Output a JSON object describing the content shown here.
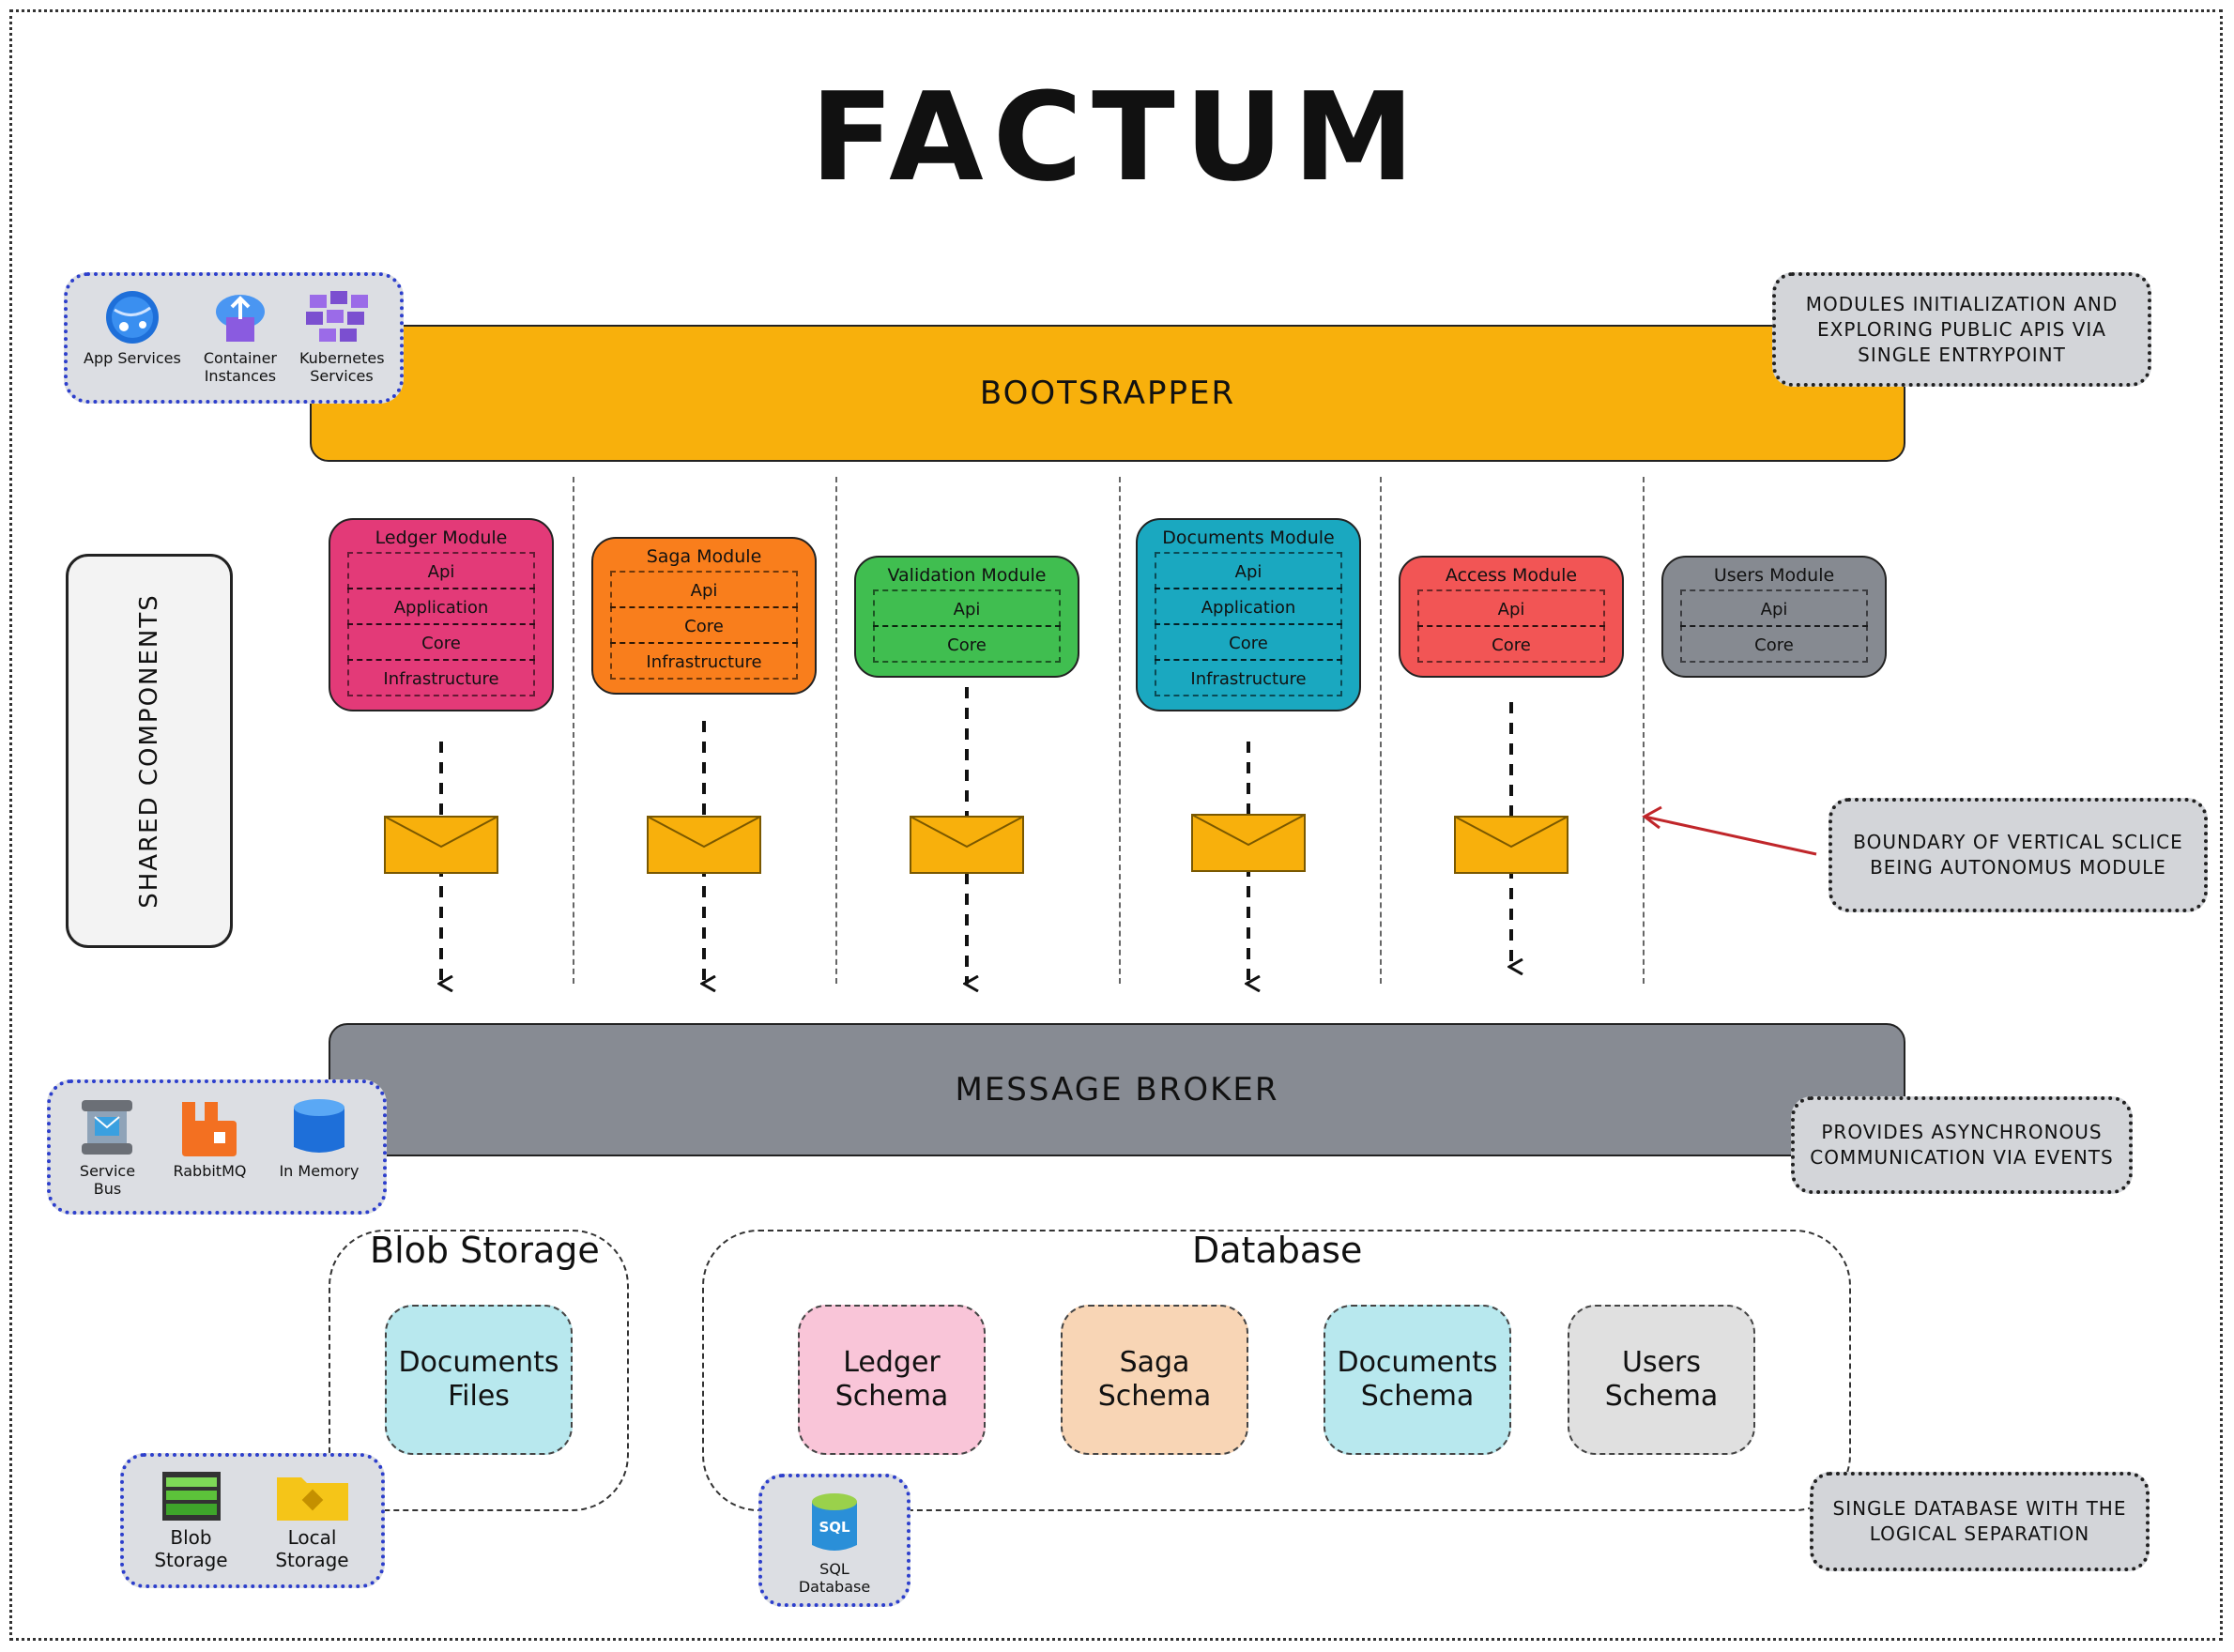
{
  "title": "FACTUM",
  "bootstrapper": {
    "label": "BOOTSRAPPER"
  },
  "message_broker": {
    "label": "MESSAGE BROKER"
  },
  "shared_components": {
    "label": "SHARED COMPONENTS"
  },
  "hosting": {
    "items": [
      {
        "label": "App Services",
        "icon": "app-services-icon"
      },
      {
        "label": "Container Instances",
        "icon": "container-instances-icon"
      },
      {
        "label": "Kubernetes Services",
        "icon": "kubernetes-services-icon"
      }
    ]
  },
  "messaging": {
    "items": [
      {
        "label": "Service Bus",
        "icon": "service-bus-icon"
      },
      {
        "label": "RabbitMQ",
        "icon": "rabbitmq-icon"
      },
      {
        "label": "In Memory",
        "icon": "in-memory-icon"
      }
    ]
  },
  "notes": {
    "bootstrapper": "MODULES INITIALIZATION AND EXPLORING PUBLIC APIS VIA SINGLE ENTRYPOINT",
    "boundary": "BOUNDARY OF VERTICAL SCLICE BEING AUTONOMUS MODULE",
    "broker": "PROVIDES ASYNCHRONOUS COMMUNICATION VIA EVENTS",
    "database": "SINGLE DATABASE WITH THE LOGICAL SEPARATION"
  },
  "modules": [
    {
      "name": "Ledger Module",
      "color": "#e33a78",
      "layers": [
        "Api",
        "Application",
        "Core",
        "Infrastructure"
      ]
    },
    {
      "name": "Saga Module",
      "color": "#f97e1c",
      "layers": [
        "Api",
        "Core",
        "Infrastructure"
      ]
    },
    {
      "name": "Validation Module",
      "color": "#40be50",
      "layers": [
        "Api",
        "Core"
      ]
    },
    {
      "name": "Documents Module",
      "color": "#1aa8c0",
      "layers": [
        "Api",
        "Application",
        "Core",
        "Infrastructure"
      ]
    },
    {
      "name": "Access Module",
      "color": "#f25555",
      "layers": [
        "Api",
        "Core"
      ]
    },
    {
      "name": "Users Module",
      "color": "#868a91",
      "layers": [
        "Api",
        "Core"
      ]
    }
  ],
  "blob_storage": {
    "title": "Blob Storage",
    "content": "Documents Files",
    "items": [
      {
        "label": "Blob Storage",
        "icon": "blob-storage-icon"
      },
      {
        "label": "Local Storage",
        "icon": "local-storage-icon"
      }
    ]
  },
  "database": {
    "title": "Database",
    "schemas": [
      {
        "name": "Ledger Schema",
        "color": "#f9c5d8"
      },
      {
        "name": "Saga Schema",
        "color": "#f8d5b5"
      },
      {
        "name": "Documents Schema",
        "color": "#b8e8ee"
      },
      {
        "name": "Users Schema",
        "color": "#e0e0e0"
      }
    ],
    "engine": {
      "label": "SQL Database",
      "icon": "sql-database-icon",
      "badge": "SQL"
    }
  }
}
